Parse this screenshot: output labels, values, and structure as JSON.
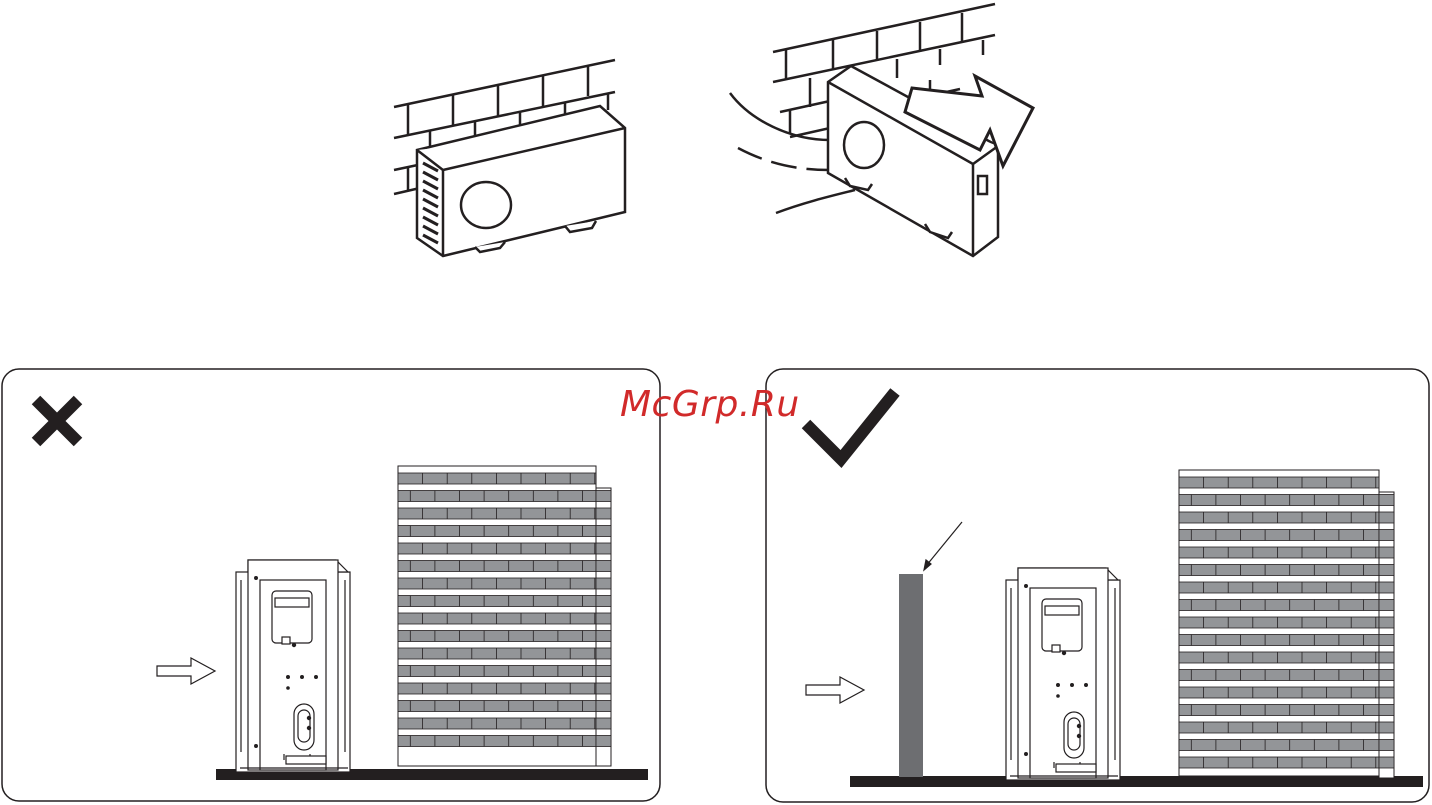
{
  "watermark": {
    "text": "McGrp.Ru"
  },
  "top_figures": [
    {
      "name": "unit-mounted-against-wall",
      "airflow_arrow": false
    },
    {
      "name": "unit-mounted-with-airflow",
      "airflow_arrow": true
    }
  ],
  "panels": [
    {
      "verdict": "incorrect",
      "mark_icon": "cross-icon",
      "has_barrier": false
    },
    {
      "verdict": "correct",
      "mark_icon": "check-icon",
      "has_barrier": true
    }
  ],
  "colors": {
    "line": "#231f20",
    "brick": "#939598",
    "barrier": "#6d6e71",
    "watermark": "#d12a2a"
  }
}
